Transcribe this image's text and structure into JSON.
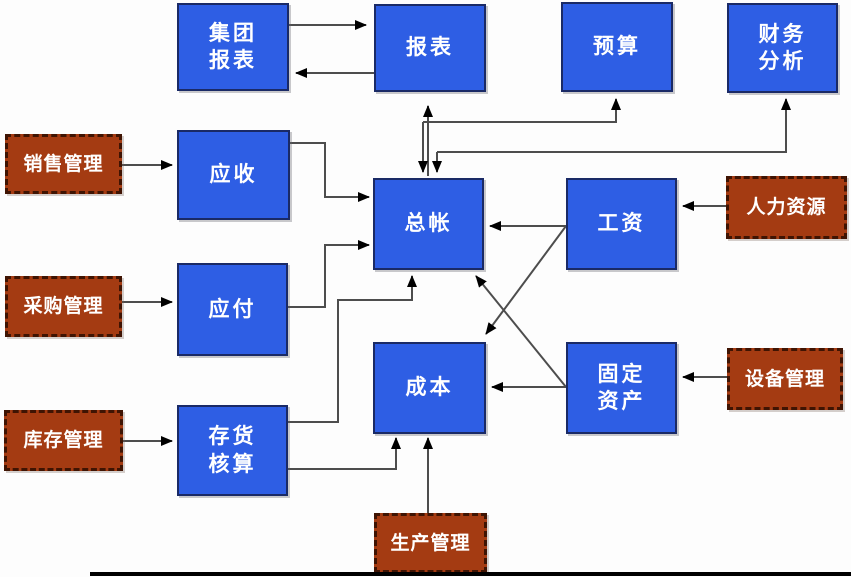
{
  "diagram": {
    "kind": "erp-module-flowchart",
    "modules": {
      "group_reports": {
        "label": "集团\n报表"
      },
      "reports": {
        "label": "报表"
      },
      "budget": {
        "label": "预算"
      },
      "financial_analysis": {
        "label": "财务\n分析"
      },
      "receivables": {
        "label": "应收"
      },
      "general_ledger": {
        "label": "总帐"
      },
      "payroll": {
        "label": "工资"
      },
      "payables": {
        "label": "应付"
      },
      "cost": {
        "label": "成本"
      },
      "fixed_assets": {
        "label": "固定\n资产"
      },
      "inventory_accounting": {
        "label": "存货\n核算"
      }
    },
    "external_systems": {
      "sales_management": {
        "label": "销售管理"
      },
      "purchasing_management": {
        "label": "采购管理"
      },
      "inventory_management": {
        "label": "库存管理"
      },
      "human_resources": {
        "label": "人力资源"
      },
      "equipment_management": {
        "label": "设备管理"
      },
      "production_management": {
        "label": "生产管理"
      }
    },
    "connections": [
      {
        "from": "集团报表",
        "to": "报表"
      },
      {
        "from": "报表",
        "to": "集团报表"
      },
      {
        "from": "总帐",
        "to": "报表"
      },
      {
        "from": "报表",
        "to": "总帐"
      },
      {
        "from": "总帐",
        "to": "预算"
      },
      {
        "from": "总帐",
        "to": "财务分析"
      },
      {
        "from": "财务分析",
        "to": "总帐"
      },
      {
        "from": "销售管理",
        "to": "应收"
      },
      {
        "from": "采购管理",
        "to": "应付"
      },
      {
        "from": "库存管理",
        "to": "存货核算"
      },
      {
        "from": "应收",
        "to": "总帐"
      },
      {
        "from": "应付",
        "to": "总帐"
      },
      {
        "from": "存货核算",
        "to": "总帐"
      },
      {
        "from": "存货核算",
        "to": "成本"
      },
      {
        "from": "生产管理",
        "to": "成本"
      },
      {
        "from": "人力资源",
        "to": "工资"
      },
      {
        "from": "工资",
        "to": "总帐"
      },
      {
        "from": "工资",
        "to": "成本"
      },
      {
        "from": "设备管理",
        "to": "固定资产"
      },
      {
        "from": "固定资产",
        "to": "成本"
      },
      {
        "from": "固定资产",
        "to": "总帐"
      }
    ],
    "colors": {
      "module_fill": "#2e5ee4",
      "module_border": "#1a2a66",
      "external_fill": "#a43b12",
      "external_border": "#3f1403",
      "label_text": "#ffffff",
      "connector": "#4d4d4d",
      "arrowhead": "#000000",
      "bottom_rule": "#000000"
    }
  }
}
